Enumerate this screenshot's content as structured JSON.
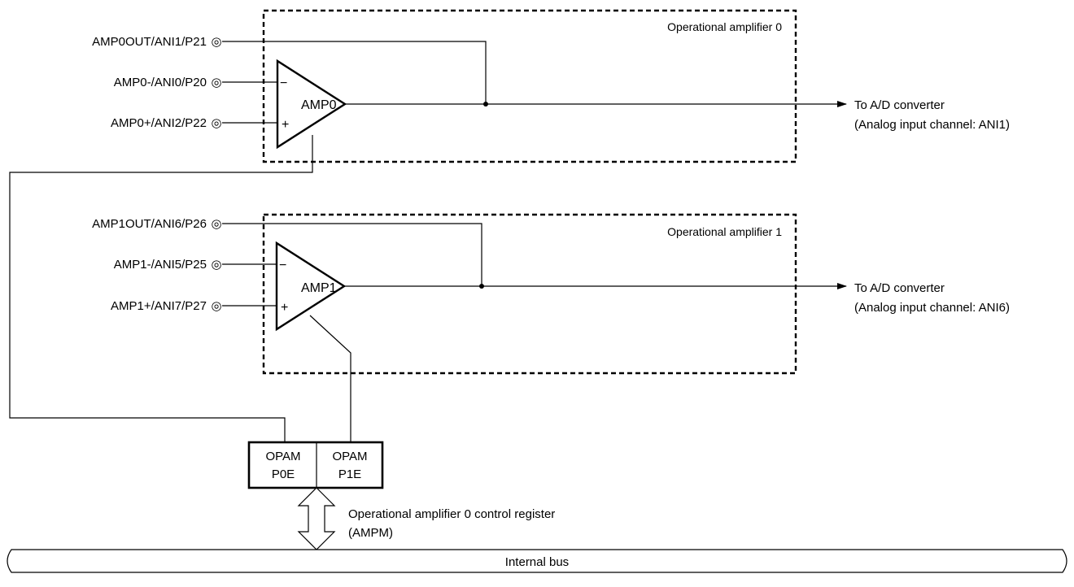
{
  "pins": {
    "amp0_out": "AMP0OUT/ANI1/P21",
    "amp0_minus": "AMP0-/ANI0/P20",
    "amp0_plus": "AMP0+/ANI2/P22",
    "amp1_out": "AMP1OUT/ANI6/P26",
    "amp1_minus": "AMP1-/ANI5/P25",
    "amp1_plus": "AMP1+/ANI7/P27",
    "pin_symbol": "◎"
  },
  "blocks": {
    "opamp0_title": "Operational amplifier 0",
    "opamp1_title": "Operational amplifier 1",
    "amp0_label": "AMP0",
    "amp1_label": "AMP1",
    "minus_sign": "−",
    "plus_sign": "+"
  },
  "outputs": {
    "amp0_dest": "To A/D converter",
    "amp0_channel": "(Analog input channel: ANI1)",
    "amp1_dest": "To A/D converter",
    "amp1_channel": "(Analog input channel: ANI6)"
  },
  "register": {
    "bit0_line1": "OPAM",
    "bit0_line2": "P0E",
    "bit1_line1": "OPAM",
    "bit1_line2": "P1E",
    "name_line1": "Operational amplifier 0 control register",
    "name_line2": "(AMPM)"
  },
  "bus": {
    "label": "Internal bus"
  }
}
